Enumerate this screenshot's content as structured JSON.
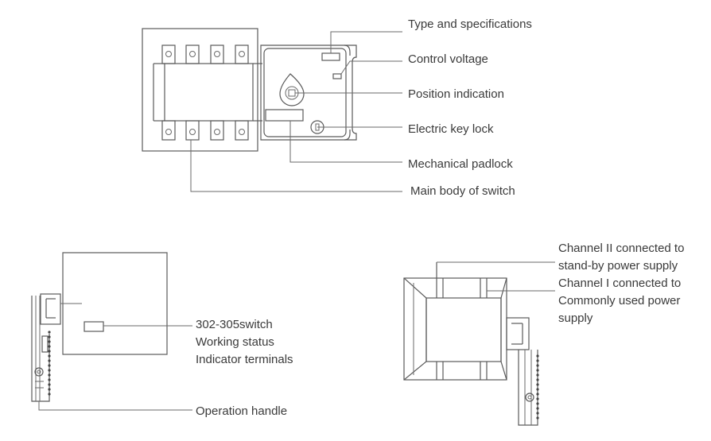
{
  "labels": {
    "type_spec": "Type and specifications",
    "control_voltage": "Control voltage",
    "position_indication": "Position indication",
    "electric_key_lock": "Electric key lock",
    "mechanical_padlock": "Mechanical padlock",
    "main_body": "Main body of switch",
    "working_status": [
      "302-305switch",
      "Working status",
      "Indicator terminals"
    ],
    "operation_handle": "Operation handle",
    "channel_2": [
      "Channel II connected to",
      "stand-by power supply"
    ],
    "channel_1": [
      "Channel I connected to",
      "Commonly used power",
      "supply"
    ]
  }
}
